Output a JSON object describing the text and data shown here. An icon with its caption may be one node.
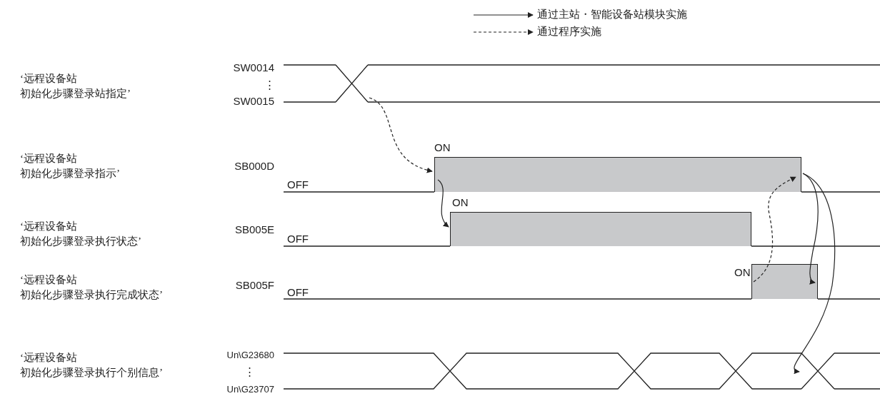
{
  "diagram": {
    "nodes": [
      {
        "text": [],
        "shape": "line",
        "beside": [
          "SW0014",
          "⋮",
          "SW0015"
        ]
      },
      {
        "text": [
          "ON"
        ],
        "beside": [
          "SB000D",
          "OFF"
        ]
      },
      {
        "text": [
          "ON"
        ],
        "beside": [
          "SB005E",
          "OFF"
        ]
      },
      {
        "text": [
          "ON"
        ],
        "beside": [
          "SB005F",
          "OFF"
        ]
      },
      {
        "text": [],
        "shape": "line",
        "beside": [
          "Un\\G23680",
          "⋮",
          "Un\\G23707"
        ]
      }
    ],
    "edges": [
      {
        "from": 0,
        "to": 1,
        "arrow": "to",
        "style": "dashed"
      },
      {
        "from": 1,
        "to": 2,
        "arrow": "to"
      },
      {
        "from": 3,
        "to": 1,
        "arrow": "to",
        "style": "dashed"
      },
      {
        "from": 1,
        "to": 3,
        "arrow": "to"
      },
      {
        "from": 1,
        "to": 4,
        "arrow": "to"
      }
    ],
    "labels": [
      "‘远程设备站初始化步骤登录站指定’",
      "‘远程设备站初始化步骤登录指示’",
      "‘远程设备站初始化步骤登录执行状态’",
      "‘远程设备站初始化步骤登录执行完成状态’",
      "‘远程设备站初始化步骤登录执行个别信息’"
    ],
    "legend": [
      {
        "text": "通过主站・智能设备站模块实施"
      },
      {
        "text": "通过程序实施"
      }
    ]
  }
}
